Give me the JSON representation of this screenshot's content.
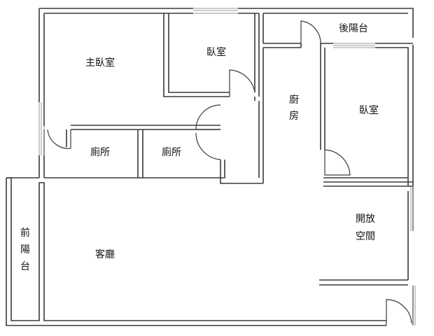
{
  "plan": {
    "rooms": {
      "master_bedroom": "主臥室",
      "bedroom_top": "臥室",
      "bedroom_right": "臥室",
      "kitchen_line1": "廚",
      "kitchen_line2": "房",
      "back_balcony": "後陽台",
      "toilet_left": "廁所",
      "toilet_right": "廁所",
      "living_room": "客廳",
      "open_space_line1": "開放",
      "open_space_line2": "空間",
      "front_balcony_line1": "前",
      "front_balcony_line2": "陽",
      "front_balcony_line3": "台"
    }
  },
  "colors": {
    "wall": "#3a3a3a",
    "wall_fill": "#ffffff",
    "door": "#3a3a3a",
    "window": "#9a9a9a",
    "background": "#ffffff"
  }
}
